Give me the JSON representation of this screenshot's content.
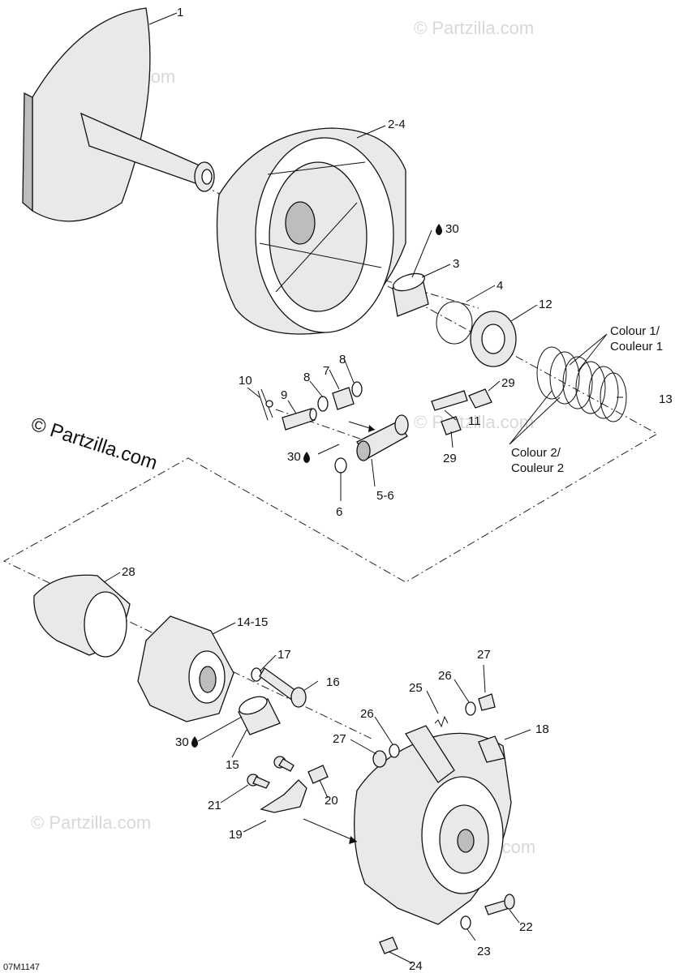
{
  "diagram": {
    "callouts": [
      {
        "id": "c1",
        "text": "1"
      },
      {
        "id": "c2",
        "text": "2-4"
      },
      {
        "id": "c30a",
        "text": "30"
      },
      {
        "id": "c3",
        "text": "3"
      },
      {
        "id": "c4",
        "text": "4"
      },
      {
        "id": "c12",
        "text": "12"
      },
      {
        "id": "c13",
        "text": "13"
      },
      {
        "id": "c10",
        "text": "10"
      },
      {
        "id": "c9",
        "text": "9"
      },
      {
        "id": "c8a",
        "text": "8"
      },
      {
        "id": "c7",
        "text": "7"
      },
      {
        "id": "c8b",
        "text": "8"
      },
      {
        "id": "c29a",
        "text": "29"
      },
      {
        "id": "c11",
        "text": "11"
      },
      {
        "id": "c29b",
        "text": "29"
      },
      {
        "id": "c30b",
        "text": "30"
      },
      {
        "id": "c6",
        "text": "6"
      },
      {
        "id": "c56",
        "text": "5-6"
      },
      {
        "id": "c28",
        "text": "28"
      },
      {
        "id": "c1415",
        "text": "14-15"
      },
      {
        "id": "c17",
        "text": "17"
      },
      {
        "id": "c16",
        "text": "16"
      },
      {
        "id": "c30c",
        "text": "30"
      },
      {
        "id": "c15",
        "text": "15"
      },
      {
        "id": "c27a",
        "text": "27"
      },
      {
        "id": "c26a",
        "text": "26"
      },
      {
        "id": "c25",
        "text": "25"
      },
      {
        "id": "c18",
        "text": "18"
      },
      {
        "id": "c26b",
        "text": "26"
      },
      {
        "id": "c27b",
        "text": "27"
      },
      {
        "id": "c21",
        "text": "21"
      },
      {
        "id": "c20",
        "text": "20"
      },
      {
        "id": "c19",
        "text": "19"
      },
      {
        "id": "c22",
        "text": "22"
      },
      {
        "id": "c23",
        "text": "23"
      },
      {
        "id": "c24",
        "text": "24"
      }
    ],
    "colour_labels": {
      "colour1_line1": "Colour 1/",
      "colour1_line2": "Couleur 1",
      "colour2_line1": "Colour 2/",
      "colour2_line2": "Couleur 2"
    },
    "copyright": "© Partzilla.com",
    "watermark": "© Partzilla.com",
    "figure_code": "07M1147"
  }
}
